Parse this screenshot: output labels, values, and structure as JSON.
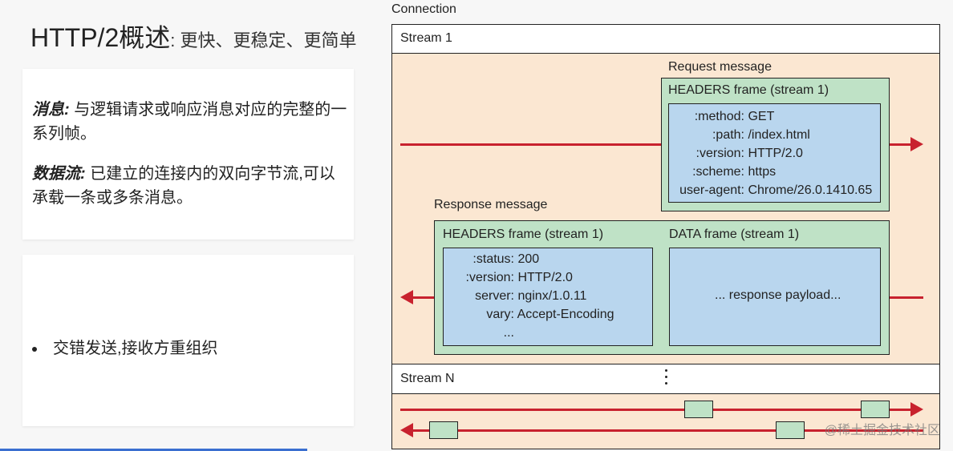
{
  "slide": {
    "title_main": "HTTP/2概述",
    "title_sub": ": 更快、更稳定、更简单",
    "def1_term": "消息:",
    "def1_text": " 与逻辑请求或响应消息对应的完整的一系列帧。",
    "def2_term": "数据流:",
    "def2_text": " 已建立的连接内的双向字节流,可以承载一条或多条消息。",
    "bullet": "交错发送,接收方重组织"
  },
  "diagram": {
    "connection_label": "Connection",
    "stream1_label": "Stream 1",
    "request_label": "Request message",
    "req_headers_label": "HEADERS frame (stream 1)",
    "req_keys": [
      ":method:",
      ":path:",
      ":version:",
      ":scheme:",
      "user-agent:"
    ],
    "req_vals": [
      "GET",
      "/index.html",
      "HTTP/2.0",
      "https",
      "Chrome/26.0.1410.65"
    ],
    "response_label": "Response message",
    "resp_headers_label": "HEADERS frame (stream 1)",
    "resp_keys": [
      ":status:",
      ":version:",
      "server:",
      "vary:",
      "..."
    ],
    "resp_vals": [
      "200",
      "HTTP/2.0",
      "nginx/1.0.11",
      "Accept-Encoding",
      ""
    ],
    "data_frame_label": "DATA frame (stream 1)",
    "payload_text": "... response payload...",
    "streamN_label": "Stream N",
    "colors": {
      "arrow": "#c8222e",
      "peach": "#fbe7d2",
      "green": "#bfe2c6",
      "blue": "#b9d6ee"
    }
  },
  "watermark": "@稀土掘金技术社区"
}
